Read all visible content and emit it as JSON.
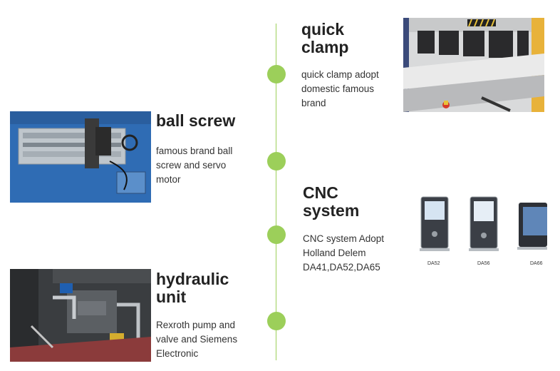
{
  "features": [
    {
      "id": "quick-clamp",
      "title": "quick\nclamp",
      "description": "quick clamp adopt\ndomestic famous\nbrand"
    },
    {
      "id": "ball-screw",
      "title": "ball screw",
      "description": "famous brand ball\nscrew and servo\nmotor"
    },
    {
      "id": "cnc-system",
      "title": "CNC\nsystem",
      "description": "CNC system Adopt\nHolland Delem\nDA41,DA52,DA65"
    },
    {
      "id": "hydraulic-unit",
      "title": "hydraulic\nunit",
      "description": "Rexroth pump and\nvalve and Siemens\nElectronic"
    }
  ],
  "cnc_models": [
    "DA52",
    "DA56",
    "DA66"
  ],
  "colors": {
    "accent": "#9ccf5a"
  }
}
